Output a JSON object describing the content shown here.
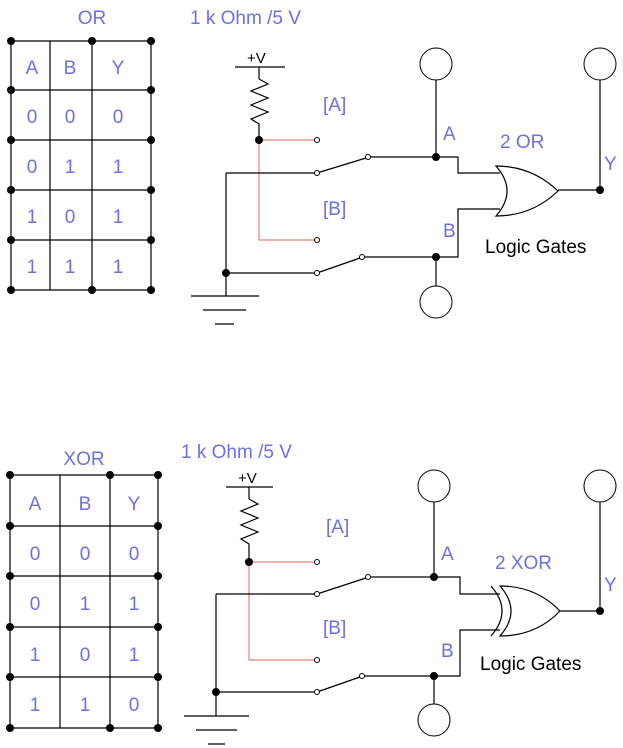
{
  "or_circuit": {
    "table_title": "OR",
    "headers": [
      "A",
      "B",
      "Y"
    ],
    "rows": [
      [
        "0",
        "0",
        "0"
      ],
      [
        "0",
        "1",
        "1"
      ],
      [
        "1",
        "0",
        "1"
      ],
      [
        "1",
        "1",
        "1"
      ]
    ],
    "resistor_label": "1 k Ohm /5 V",
    "supply_label": "+V",
    "switch_a_label": "[A]",
    "switch_b_label": "[B]",
    "node_a_label": "A",
    "node_b_label": "B",
    "node_y_label": "Y",
    "gate_label": "2 OR",
    "group_label": "Logic Gates"
  },
  "xor_circuit": {
    "table_title": "XOR",
    "headers": [
      "A",
      "B",
      "Y"
    ],
    "rows": [
      [
        "0",
        "0",
        "0"
      ],
      [
        "0",
        "1",
        "1"
      ],
      [
        "1",
        "0",
        "1"
      ],
      [
        "1",
        "1",
        "0"
      ]
    ],
    "resistor_label": "1 k Ohm /5 V",
    "supply_label": "+V",
    "switch_a_label": "[A]",
    "switch_b_label": "[B]",
    "node_a_label": "A",
    "node_b_label": "B",
    "node_y_label": "Y",
    "gate_label": "2 XOR",
    "group_label": "Logic Gates"
  },
  "colors": {
    "label_blue": "#6f6fe0",
    "wire_red": "#e88080",
    "wire": "#000000"
  }
}
